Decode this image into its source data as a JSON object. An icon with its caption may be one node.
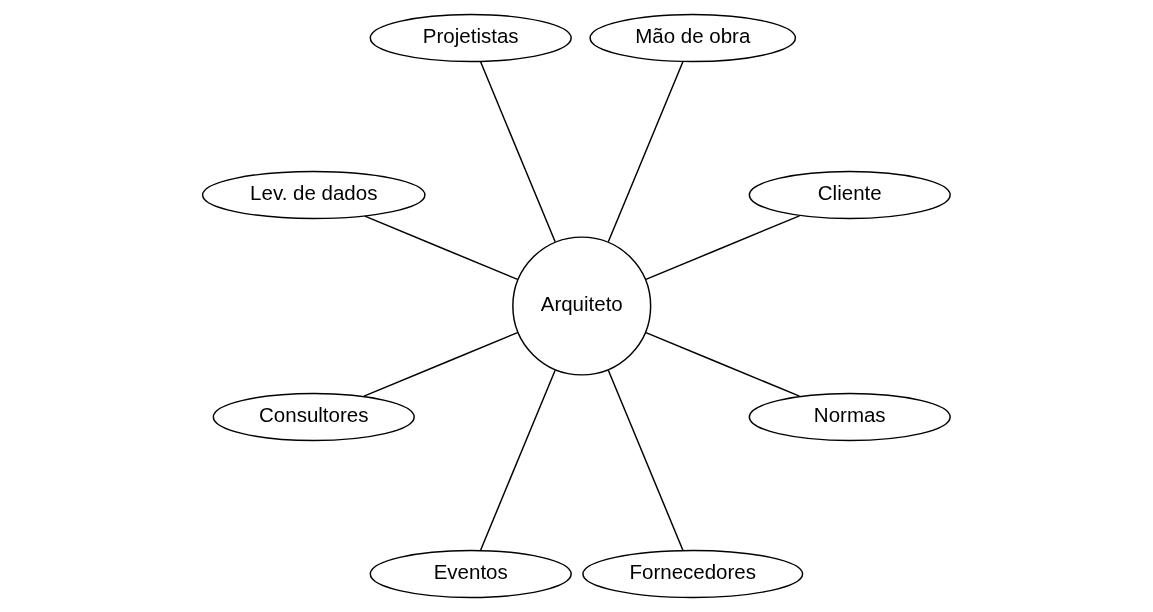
{
  "diagram": {
    "nodes": [
      {
        "text": [
          "Cliente"
        ]
      },
      {
        "text": [
          "Mão de obra"
        ]
      },
      {
        "text": [
          "Projetistas"
        ]
      },
      {
        "text": [
          "Lev. de dados"
        ]
      },
      {
        "text": [
          "Arquiteto"
        ]
      },
      {
        "text": [
          "Consultores"
        ]
      },
      {
        "text": [
          "Eventos"
        ]
      },
      {
        "text": [
          "Fornecedores"
        ]
      },
      {
        "text": [
          "Normas"
        ]
      }
    ],
    "edges": [
      {
        "from": 4,
        "to": 0,
        "arrow": "none"
      },
      {
        "from": 4,
        "to": 2,
        "arrow": "none"
      },
      {
        "from": 4,
        "to": 5,
        "arrow": "none"
      },
      {
        "from": 4,
        "to": 7,
        "arrow": "none"
      },
      {
        "from": 4,
        "to": 8,
        "arrow": "none"
      },
      {
        "from": 4,
        "to": 6,
        "arrow": "none"
      },
      {
        "from": 4,
        "to": 3,
        "arrow": "none"
      },
      {
        "from": 4,
        "to": 1,
        "arrow": "none"
      }
    ]
  }
}
